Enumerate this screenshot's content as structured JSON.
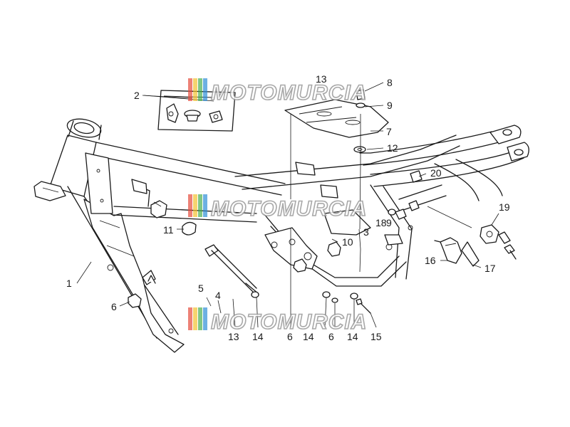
{
  "watermark": {
    "text": "MOTOMURCIA",
    "stripe_colors": [
      "#e64b3c",
      "#f2c230",
      "#4caf50",
      "#2f8fd6",
      "#9b59b6"
    ]
  },
  "labels": [
    {
      "id": "1",
      "text": "1"
    },
    {
      "id": "2",
      "text": "2"
    },
    {
      "id": "3",
      "text": "3"
    },
    {
      "id": "4",
      "text": "4"
    },
    {
      "id": "5",
      "text": "5"
    },
    {
      "id": "6a",
      "text": "6"
    },
    {
      "id": "6b",
      "text": "6"
    },
    {
      "id": "6c",
      "text": "6"
    },
    {
      "id": "7",
      "text": "7"
    },
    {
      "id": "8",
      "text": "8"
    },
    {
      "id": "9a",
      "text": "9"
    },
    {
      "id": "9b",
      "text": "9"
    },
    {
      "id": "10",
      "text": "10"
    },
    {
      "id": "11",
      "text": "11"
    },
    {
      "id": "12",
      "text": "12"
    },
    {
      "id": "13a",
      "text": "13"
    },
    {
      "id": "13b",
      "text": "13"
    },
    {
      "id": "14a",
      "text": "14"
    },
    {
      "id": "14b",
      "text": "14"
    },
    {
      "id": "14c",
      "text": "14"
    },
    {
      "id": "15",
      "text": "15"
    },
    {
      "id": "16",
      "text": "16"
    },
    {
      "id": "17",
      "text": "17"
    },
    {
      "id": "18",
      "text": "18"
    },
    {
      "id": "19",
      "text": "19"
    },
    {
      "id": "20",
      "text": "20"
    }
  ]
}
